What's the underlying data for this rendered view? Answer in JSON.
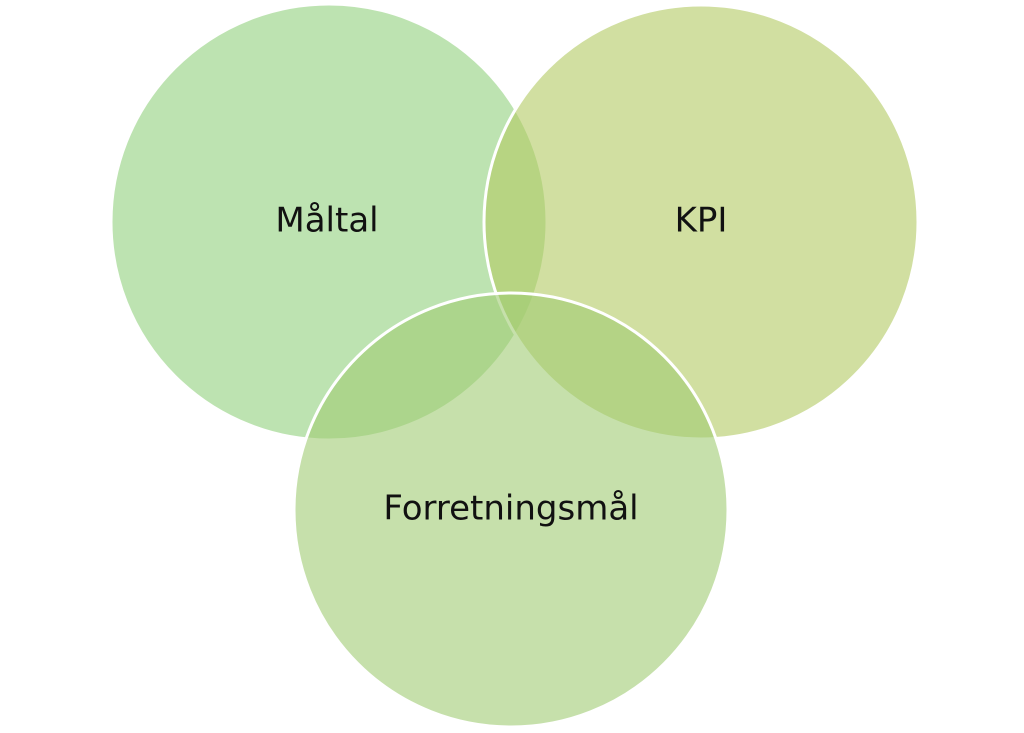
{
  "diagram": {
    "type": "venn",
    "sets": [
      {
        "label": "Måltal",
        "color": "#91d07d"
      },
      {
        "label": "KPI",
        "color": "#b2ca62"
      },
      {
        "label": "Forretningsmål",
        "color": "#a0cb73"
      }
    ]
  }
}
